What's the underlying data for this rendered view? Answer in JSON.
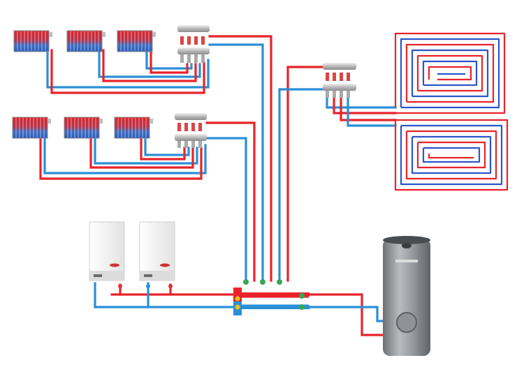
{
  "colors": {
    "supply": "#e8232a",
    "return": "#2a8fd6",
    "floor_return": "#2d55c8",
    "manifold": "#c9c9c9",
    "boiler_body": "#f4f4f4",
    "tank_body": "#8e9296"
  },
  "components": {
    "radiators": [
      {
        "id": "radiator-1",
        "icon": "radiator-icon"
      },
      {
        "id": "radiator-2",
        "icon": "radiator-icon"
      },
      {
        "id": "radiator-3",
        "icon": "radiator-icon"
      },
      {
        "id": "radiator-4",
        "icon": "radiator-icon"
      },
      {
        "id": "radiator-5",
        "icon": "radiator-icon"
      },
      {
        "id": "radiator-6",
        "icon": "radiator-icon"
      }
    ],
    "manifolds": [
      {
        "id": "manifold-upper",
        "icon": "manifold-icon"
      },
      {
        "id": "manifold-lower",
        "icon": "manifold-icon"
      },
      {
        "id": "manifold-floor",
        "icon": "manifold-icon"
      }
    ],
    "floor_loops": [
      {
        "id": "floor-loop-upper",
        "icon": "underfloor-loop-icon"
      },
      {
        "id": "floor-loop-lower",
        "icon": "underfloor-loop-icon"
      }
    ],
    "boilers": [
      {
        "id": "boiler-left",
        "icon": "wall-boiler-icon"
      },
      {
        "id": "boiler-right",
        "icon": "wall-boiler-icon"
      }
    ],
    "tank": {
      "id": "hot-water-cylinder",
      "icon": "storage-tank-icon"
    },
    "hydraulic_separator": {
      "id": "hydraulic-separator",
      "icon": "low-loss-header-icon"
    }
  }
}
